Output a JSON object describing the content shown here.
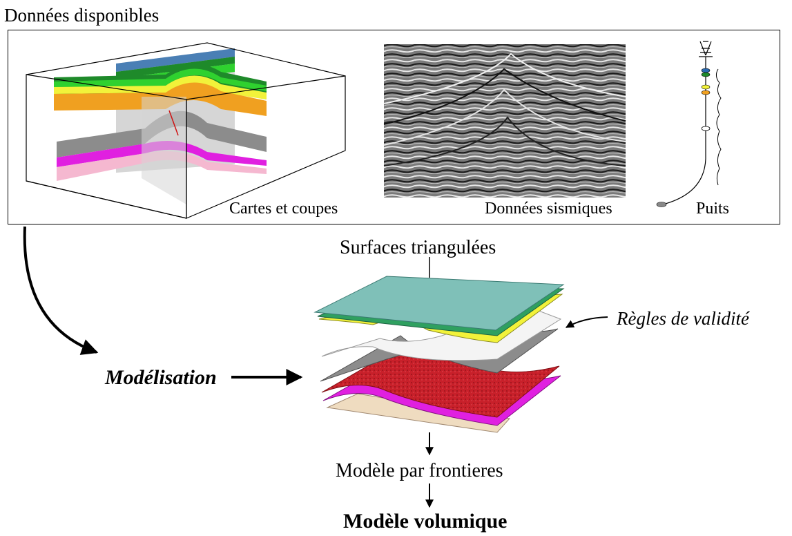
{
  "header": {
    "title": "Données disponibles"
  },
  "panel": {
    "maps_label": "Cartes et coupes",
    "seismic_label": "Données sismiques",
    "wells_label": "Puits"
  },
  "flow": {
    "surfaces_label": "Surfaces triangulées",
    "modeling_label": "Modélisation",
    "rules_label": "Règles de validité",
    "boundary_model_label": "Modèle par frontieres",
    "volume_model_label": "Modèle volumique"
  },
  "colors": {
    "blue": "#4a7fb5",
    "dark_green": "#1e8a2a",
    "green": "#2fd12f",
    "yellow": "#f2f23a",
    "orange": "#f0a020",
    "light_gray": "#d6d6d6",
    "gray": "#8c8c8c",
    "magenta": "#e020e0",
    "pink": "#f5b8d0",
    "teal": "#7fc0b8",
    "red": "#c8202a",
    "beige": "#efdcc0"
  }
}
